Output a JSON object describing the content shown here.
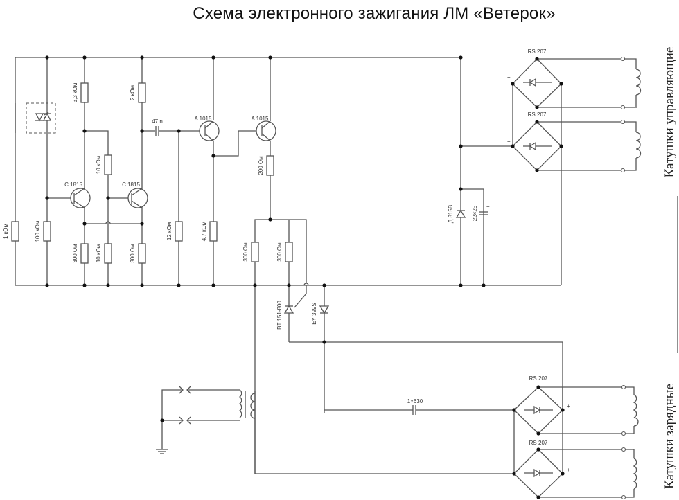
{
  "title": "Схема электронного зажигания ЛМ «Ветерок»",
  "components": {
    "resistors": {
      "r1": "1 кОм",
      "r2": "100 кОм",
      "r3": "3,3 кОм",
      "r4": "2 кОм",
      "r5": "10 кОм",
      "r6": "300 Ом",
      "r7": "10 кОм",
      "r8": "300 Ом",
      "r9": "12 кОм",
      "r10": "4,7 кОм",
      "r11": "200 Ом",
      "r12": "300 Ом",
      "r13": "300 Ом"
    },
    "transistors": {
      "q1": "C 1815",
      "q2": "C 1815",
      "q3": "A 1015",
      "q4": "A 1015"
    },
    "capacitors": {
      "c1": "47 n",
      "c2": "22×25",
      "c3": "1×630"
    },
    "diodes": {
      "thyristor": "BT 151-800",
      "d1": "EY 399S",
      "zener": "Д 815В"
    },
    "bridges": {
      "b1": "RS 207",
      "b2": "RS 207",
      "b3": "RS 207",
      "b4": "RS 207"
    },
    "polarity_plus": "+"
  },
  "side_labels": {
    "control_coils": "Катушки управляющие",
    "charging_coils": "Катушки зарядные"
  }
}
